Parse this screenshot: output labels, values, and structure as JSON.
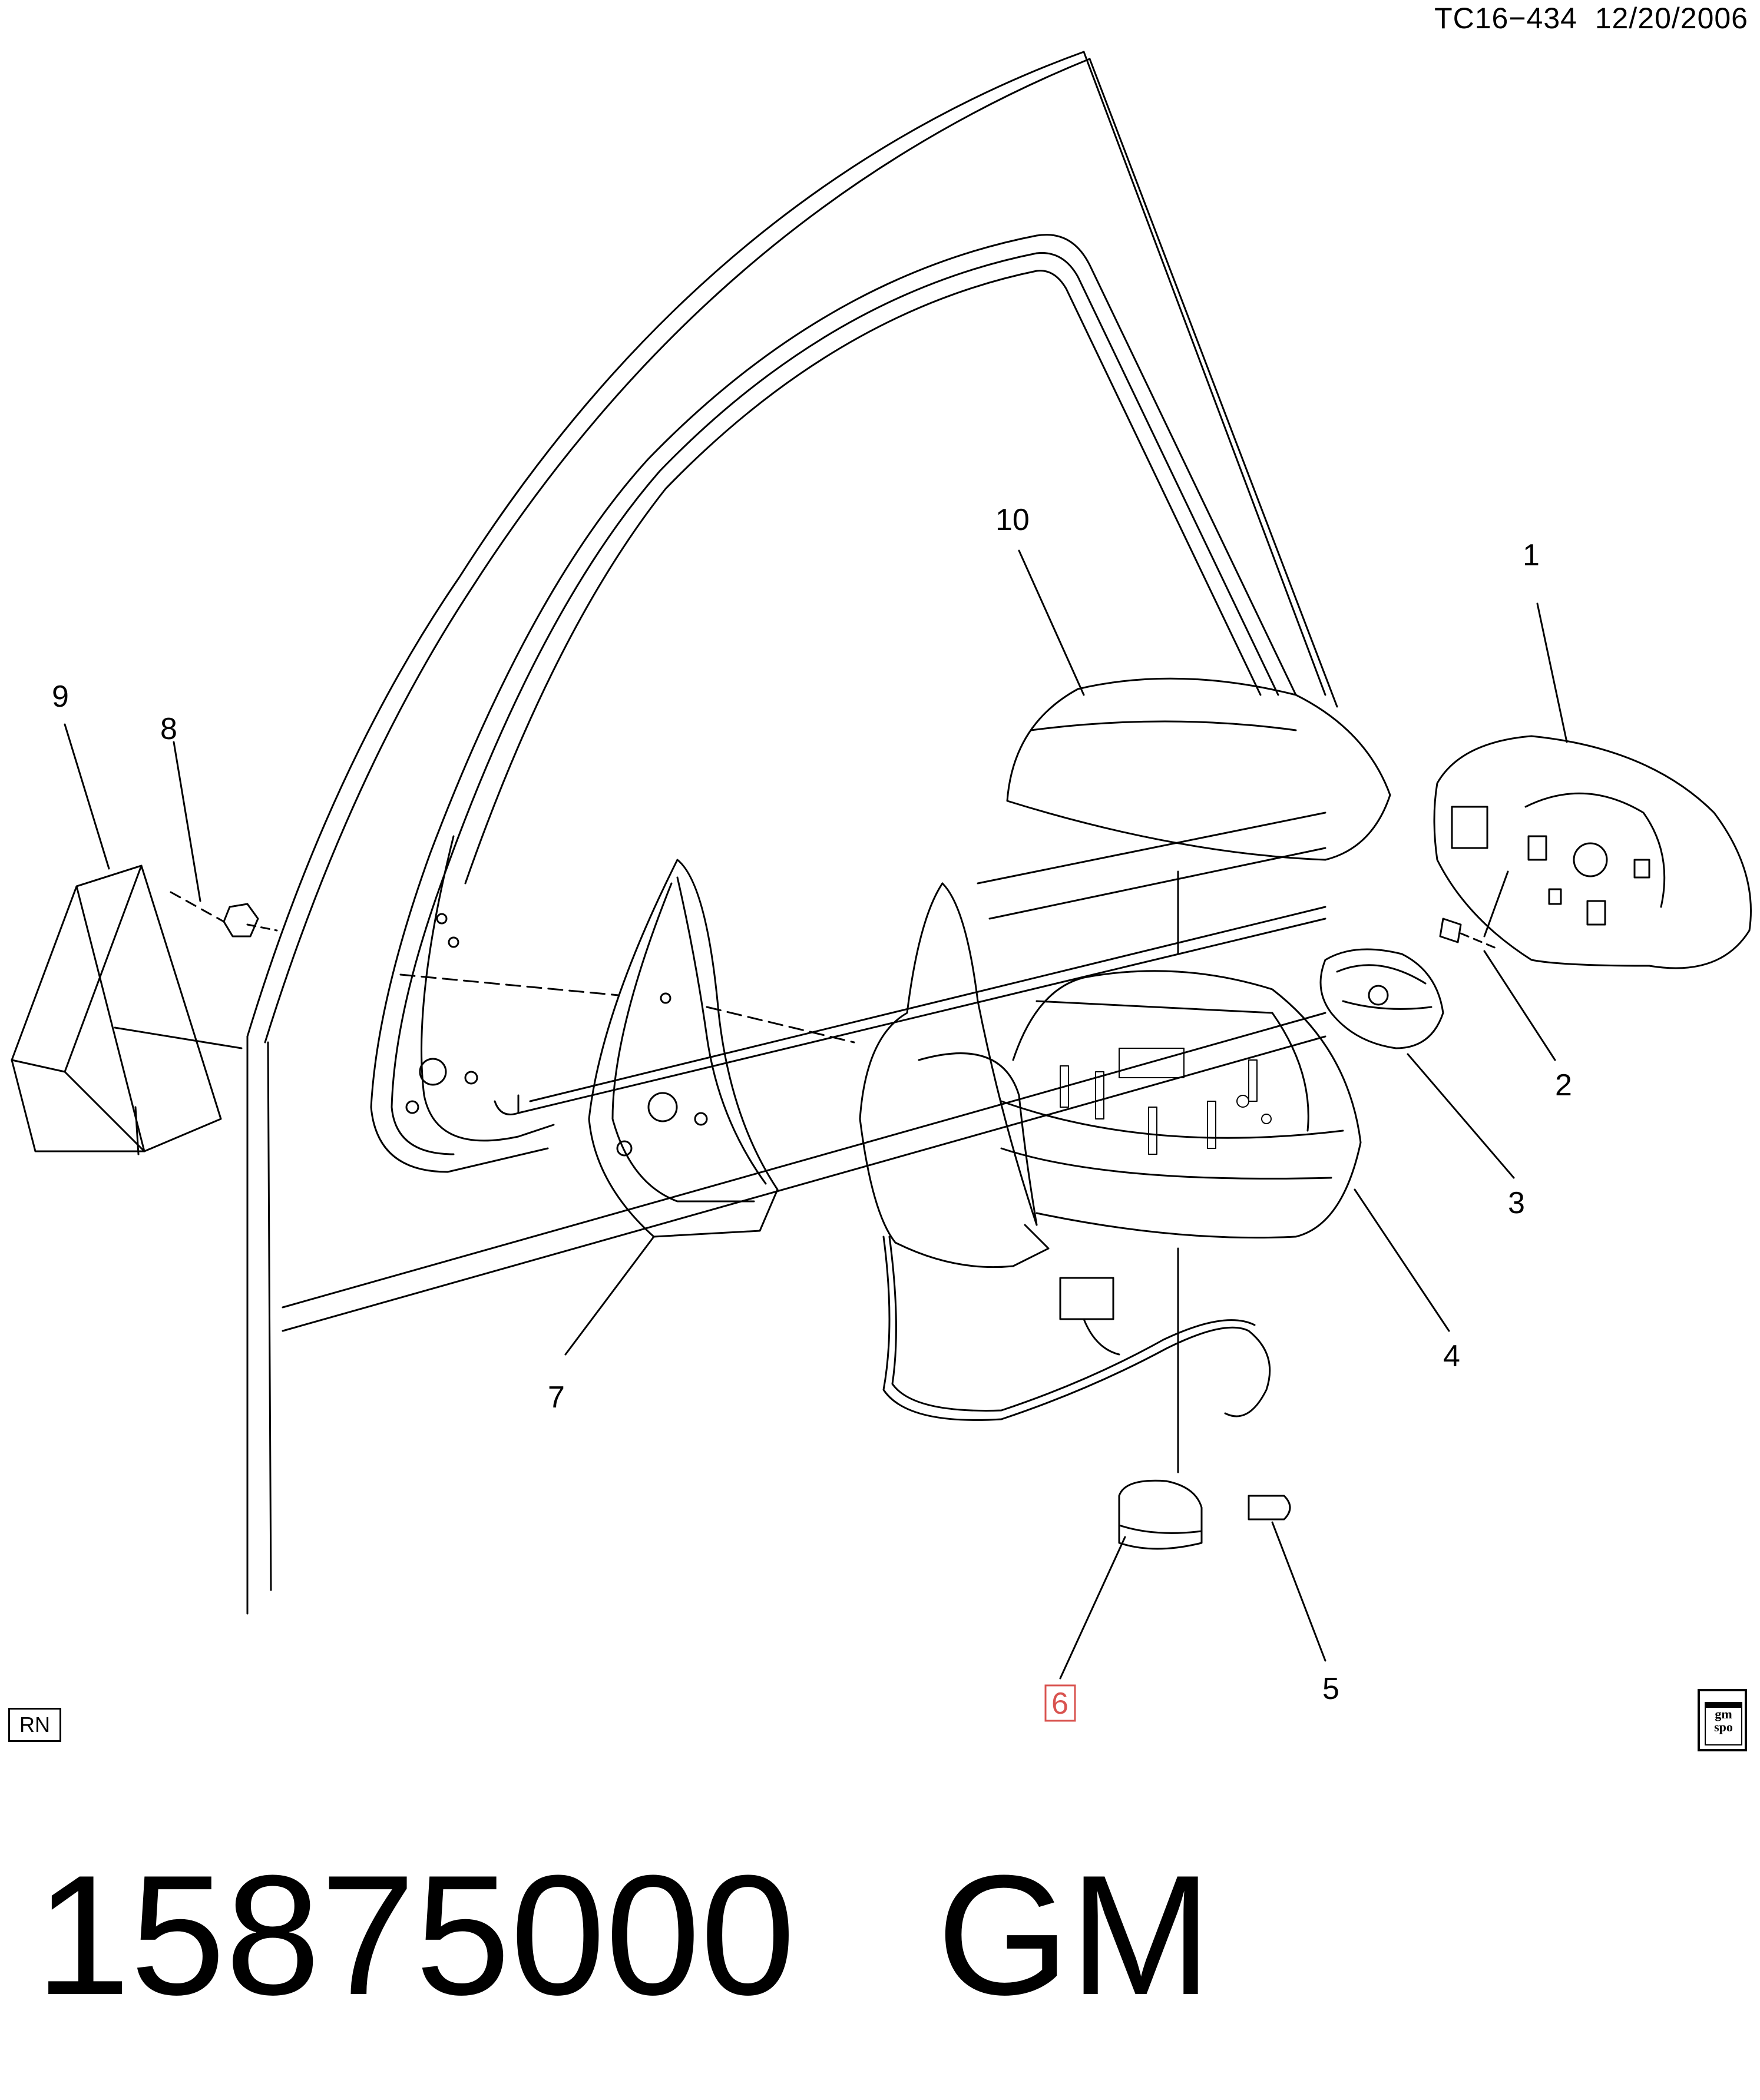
{
  "header": {
    "code": "TC16−434",
    "date": "12/20/2006"
  },
  "callouts": [
    {
      "id": "1",
      "label": "1"
    },
    {
      "id": "2",
      "label": "2"
    },
    {
      "id": "3",
      "label": "3"
    },
    {
      "id": "4",
      "label": "4"
    },
    {
      "id": "5",
      "label": "5"
    },
    {
      "id": "6",
      "label": "6",
      "highlighted": true
    },
    {
      "id": "7",
      "label": "7"
    },
    {
      "id": "8",
      "label": "8"
    },
    {
      "id": "9",
      "label": "9"
    },
    {
      "id": "10",
      "label": "10"
    }
  ],
  "badges": {
    "rn": "RN",
    "gmspo_line1": "gm",
    "gmspo_line2": "spo"
  },
  "footer": {
    "part_number": "15875000",
    "brand": "GM"
  },
  "colors": {
    "line": "#000000",
    "highlight": "#d9534f",
    "background": "#ffffff"
  }
}
